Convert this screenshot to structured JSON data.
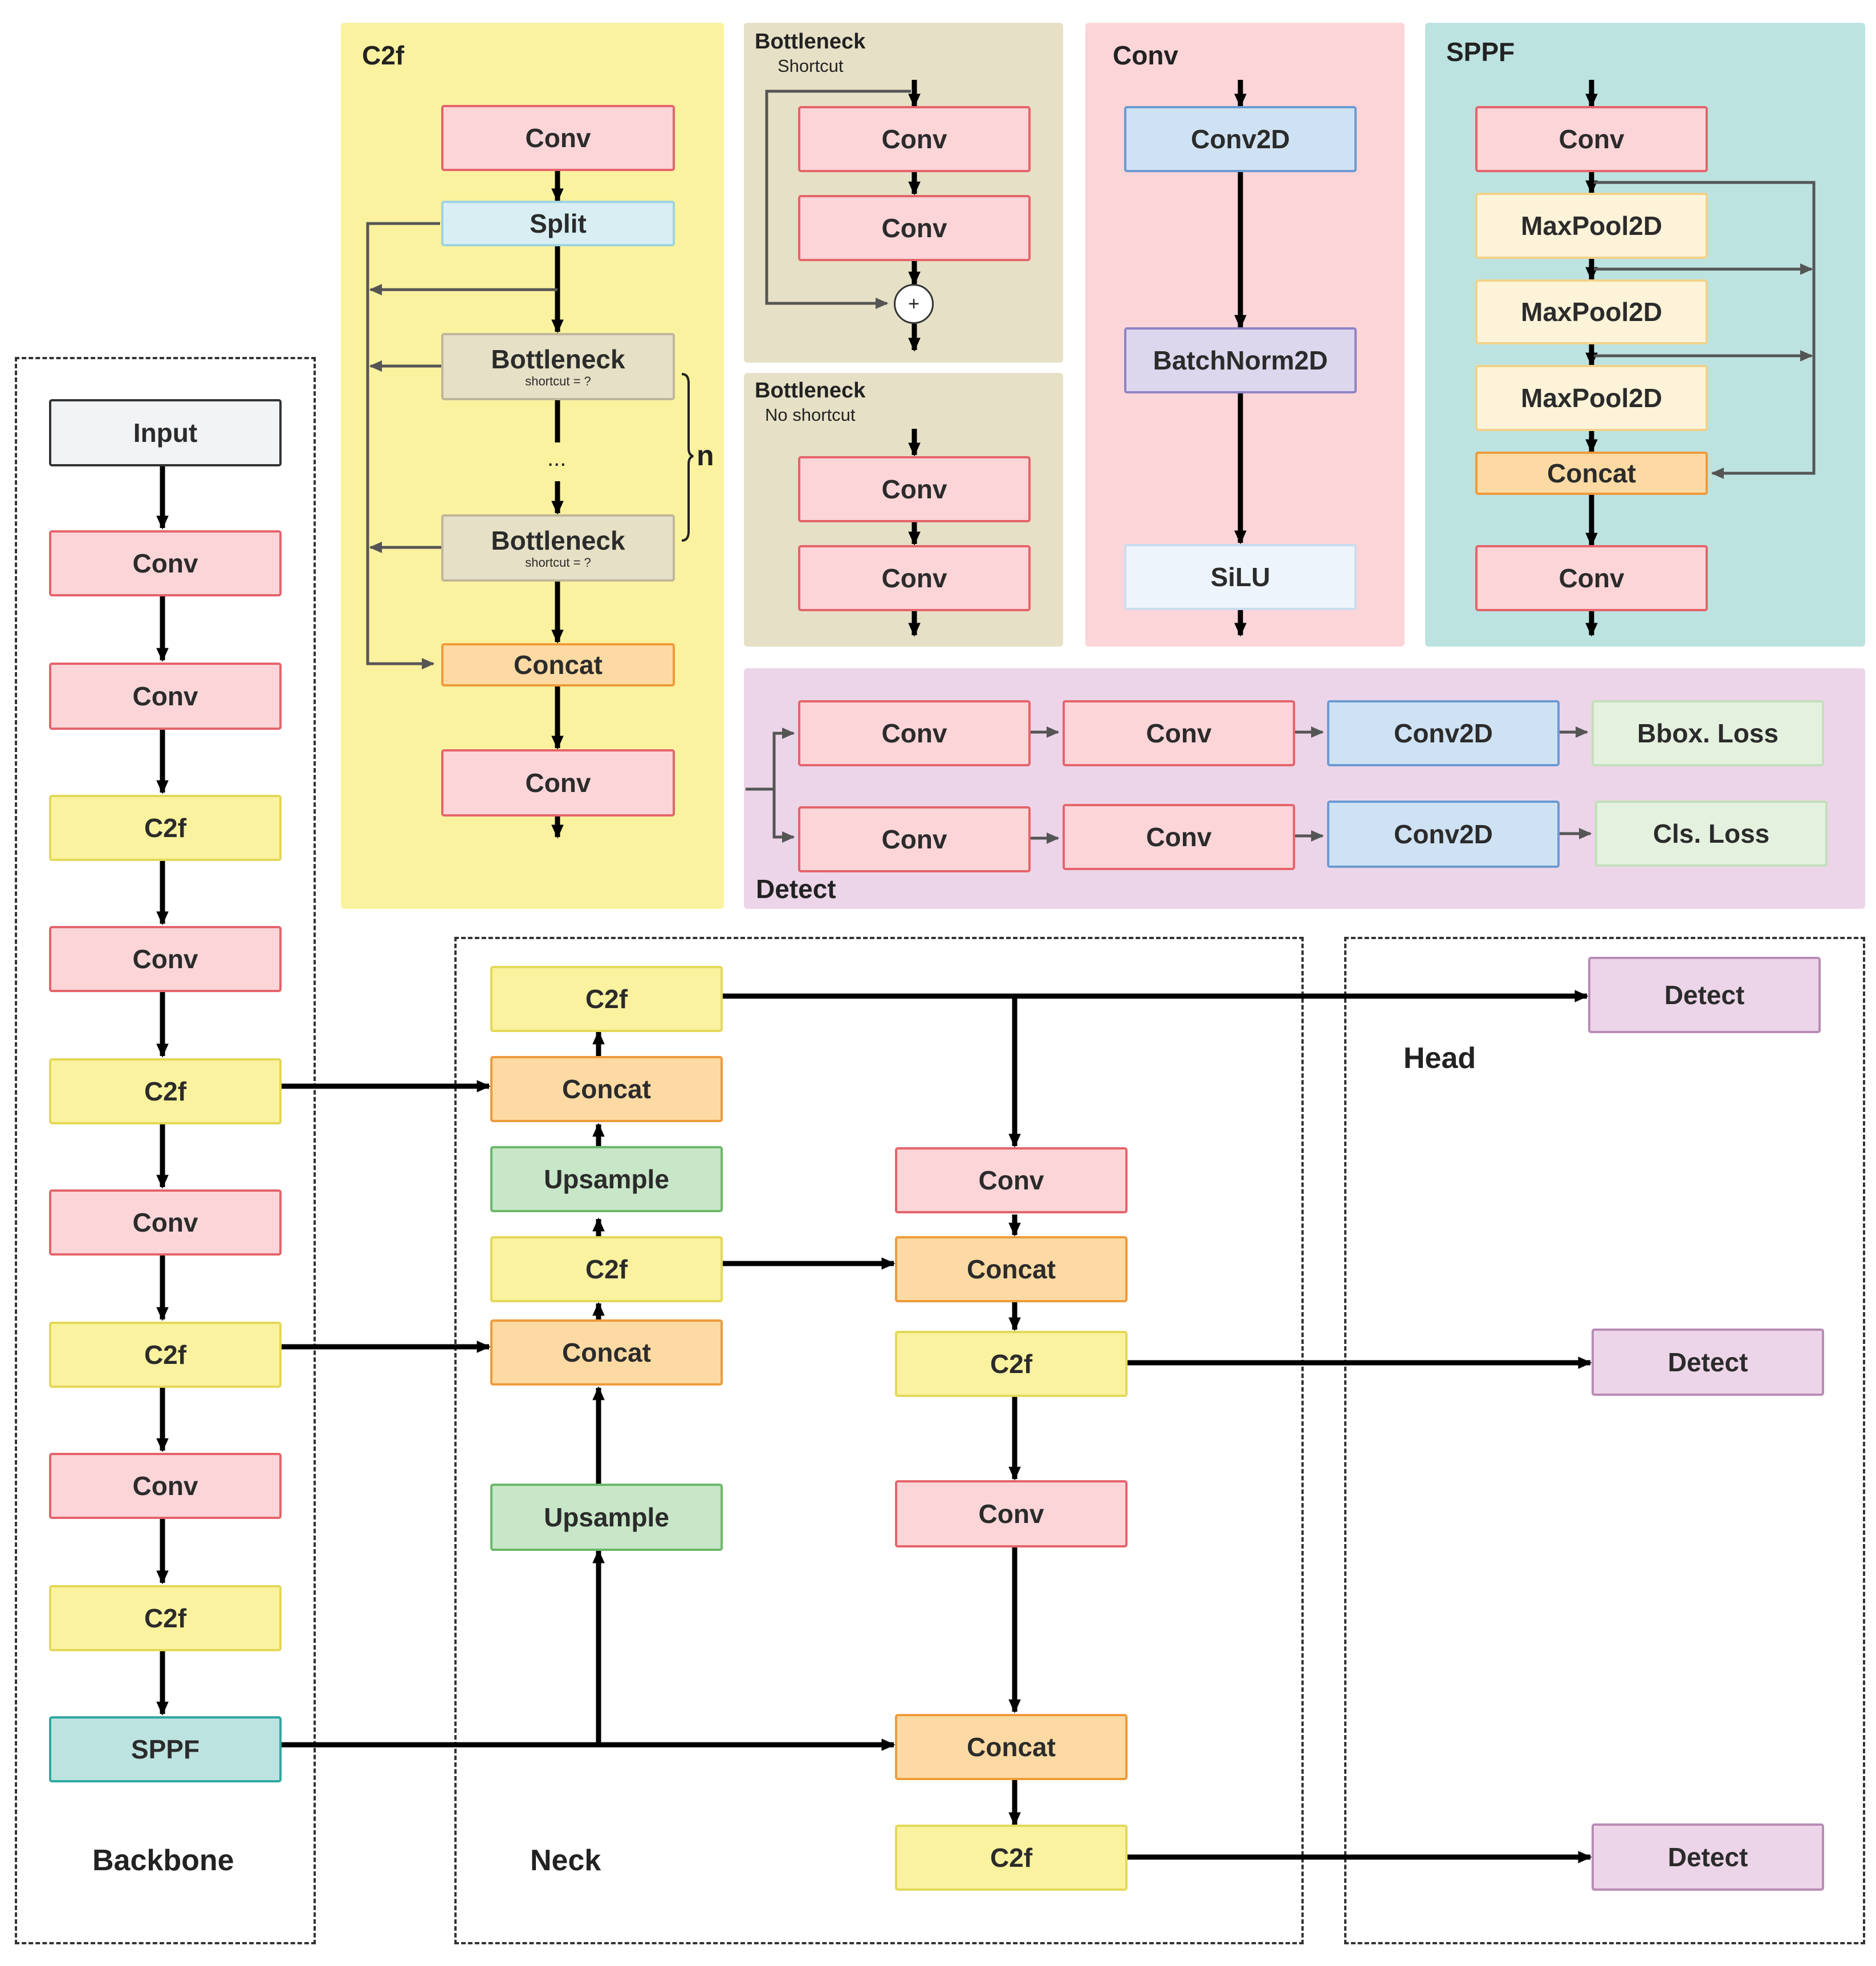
{
  "sections": {
    "backbone": "Backbone",
    "neck": "Neck",
    "head": "Head"
  },
  "backbone": {
    "input": "Input",
    "conv1": "Conv",
    "conv2": "Conv",
    "c2f1": "C2f",
    "conv3": "Conv",
    "c2f2": "C2f",
    "conv4": "Conv",
    "c2f3": "C2f",
    "conv5": "Conv",
    "c2f4": "C2f",
    "sppf": "SPPF"
  },
  "neck": {
    "c2f_top": "C2f",
    "concat_top": "Concat",
    "upsample_top": "Upsample",
    "c2f_mid": "C2f",
    "concat_mid": "Concat",
    "upsample_low": "Upsample",
    "conv_right1": "Conv",
    "concat_right1": "Concat",
    "c2f_right1": "C2f",
    "conv_right2": "Conv",
    "concat_right2": "Concat",
    "c2f_right2": "C2f"
  },
  "head": {
    "detect1": "Detect",
    "detect2": "Detect",
    "detect3": "Detect"
  },
  "c2f_module": {
    "title": "C2f",
    "conv_top": "Conv",
    "split": "Split",
    "bottleneck1": "Bottleneck",
    "bottleneck1_sub": "shortcut = ?",
    "ellipsis": "...",
    "bottleneck2": "Bottleneck",
    "bottleneck2_sub": "shortcut = ?",
    "n_label": "n",
    "concat": "Concat",
    "conv_bottom": "Conv"
  },
  "bottleneck_shortcut": {
    "title": "Bottleneck",
    "subtitle": "Shortcut",
    "conv1": "Conv",
    "conv2": "Conv",
    "add_symbol": "+"
  },
  "bottleneck_noshortcut": {
    "title": "Bottleneck",
    "subtitle": "No shortcut",
    "conv1": "Conv",
    "conv2": "Conv"
  },
  "conv_module": {
    "title": "Conv",
    "conv2d": "Conv2D",
    "batchnorm": "BatchNorm2D",
    "silu": "SiLU"
  },
  "sppf_module": {
    "title": "SPPF",
    "conv_top": "Conv",
    "maxpool1": "MaxPool2D",
    "maxpool2": "MaxPool2D",
    "maxpool3": "MaxPool2D",
    "concat": "Concat",
    "conv_bottom": "Conv"
  },
  "detect_module": {
    "title": "Detect",
    "row1_conv1": "Conv",
    "row1_conv2": "Conv",
    "row1_conv2d": "Conv2D",
    "row1_loss": "Bbox. Loss",
    "row2_conv1": "Conv",
    "row2_conv2": "Conv",
    "row2_conv2d": "Conv2D",
    "row2_loss": "Cls. Loss"
  },
  "colors": {
    "conv": "#fbd5d8",
    "c2f": "#faf29f",
    "concat": "#fddaa3",
    "upsample": "#c8e6c8",
    "sppf": "#bde3e1",
    "detect": "#ecd5e8",
    "conv2d": "#cfe2f3",
    "batchnorm": "#dcd7ed"
  }
}
